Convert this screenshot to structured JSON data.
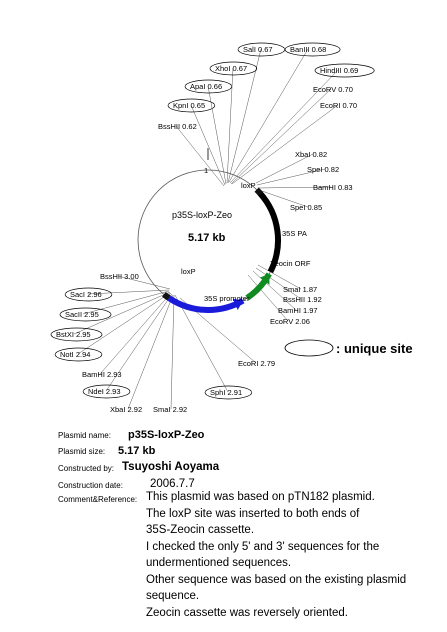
{
  "plasmid": {
    "name": "p35S-loxP-Zeo",
    "size": "5.17 kb",
    "origin_tick": "1",
    "features": [
      {
        "label": "loxP"
      },
      {
        "label": "35S PA"
      },
      {
        "label": "Zeocin ORF"
      },
      {
        "label": "loxP"
      },
      {
        "label": "35S promoter"
      }
    ],
    "sites": [
      {
        "label": "SalI 0.67",
        "unique": true
      },
      {
        "label": "BanIII 0.68",
        "unique": true
      },
      {
        "label": "XhoI 0.67",
        "unique": true
      },
      {
        "label": "HindIII 0.69",
        "unique": true
      },
      {
        "label": "ApaI 0.66",
        "unique": true
      },
      {
        "label": "EcoRV 0.70",
        "unique": false
      },
      {
        "label": "KpnI 0.65",
        "unique": true
      },
      {
        "label": "EcoRI 0.70",
        "unique": false
      },
      {
        "label": "BssHII 0.62",
        "unique": false
      },
      {
        "label": "XbaI 0.82",
        "unique": false
      },
      {
        "label": "SpeI 0.82",
        "unique": false
      },
      {
        "label": "BamHI 0.83",
        "unique": false
      },
      {
        "label": "SpeI 0.85",
        "unique": false
      },
      {
        "label": "SmaI 1.87",
        "unique": false
      },
      {
        "label": "BssHII 1.92",
        "unique": false
      },
      {
        "label": "BamHI 1.97",
        "unique": false
      },
      {
        "label": "EcoRV 2.06",
        "unique": false
      },
      {
        "label": "BssHII 3.00",
        "unique": false
      },
      {
        "label": "SacI 2.96",
        "unique": true
      },
      {
        "label": "SacII 2.95",
        "unique": true
      },
      {
        "label": "BstXI 2.95",
        "unique": true
      },
      {
        "label": "NotI 2.94",
        "unique": true
      },
      {
        "label": "BamHI 2.93",
        "unique": false
      },
      {
        "label": "NdeI 2.93",
        "unique": true
      },
      {
        "label": "XbaI 2.92",
        "unique": false
      },
      {
        "label": "SmaI 2.92",
        "unique": false
      },
      {
        "label": "SphI 2.91",
        "unique": true
      },
      {
        "label": "EcoRI 2.79",
        "unique": false
      }
    ]
  },
  "legend": {
    "text": ": unique site"
  },
  "info": {
    "name_label": "Plasmid name:",
    "name_value": "p35S-loxP-Zeo",
    "size_label": "Plasmid size:",
    "size_value": "5.17 kb",
    "constructed_label": "Constructed by:",
    "constructed_value": "Tsuyoshi Aoyama",
    "date_label": "Construction date:",
    "date_value": "2006.7.7",
    "comment_label": "Comment&Reference:",
    "comment_lines": [
      "This plasmid was based on pTN182 plasmid.",
      "The loxP site was inserted to both ends of",
      "35S-Zeocin cassette.",
      "I checked the only 5' and 3' sequences for the",
      "undermentioned sequences.",
      "Other sequence was based on the existing plasmid",
      "sequence.",
      "Zeocin cassette was reversely oriented."
    ]
  },
  "colors": {
    "backbone": "#555555",
    "lox": "#111111",
    "promoter": "#1a1adb",
    "zeocin": "#118a22",
    "pa": "#000000"
  }
}
